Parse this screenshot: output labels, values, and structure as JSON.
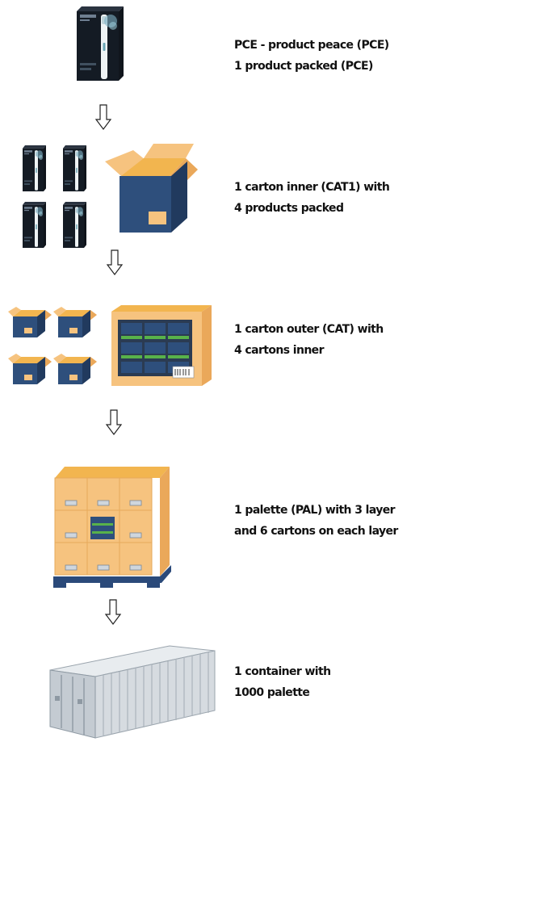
{
  "colors": {
    "box_tan": "#f6c37f",
    "box_tan_dark": "#eaa85a",
    "box_flap": "#f2b54f",
    "box_navy": "#2e4f7c",
    "box_navy_dark": "#213a5e",
    "pallet": "#2b4a7a",
    "green": "#58b24a",
    "container": "#d6dbe0"
  },
  "steps": [
    {
      "icon": "toothbrush-box-icon",
      "lines": [
        "PCE - product peace (PCE)",
        "1 product packed (PCE)"
      ]
    },
    {
      "icon": "carton-inner-icon",
      "lines": [
        "1 carton inner (CAT1) with",
        "4 products packed"
      ]
    },
    {
      "icon": "carton-outer-icon",
      "lines": [
        "1 carton outer (CAT) with",
        "4 cartons inner"
      ]
    },
    {
      "icon": "pallet-icon",
      "lines": [
        "1 palette (PAL)  with 3 layer",
        "and 6 cartons on each layer"
      ]
    },
    {
      "icon": "shipping-container-icon",
      "lines": [
        "1 container with",
        "1000 palette"
      ]
    }
  ]
}
